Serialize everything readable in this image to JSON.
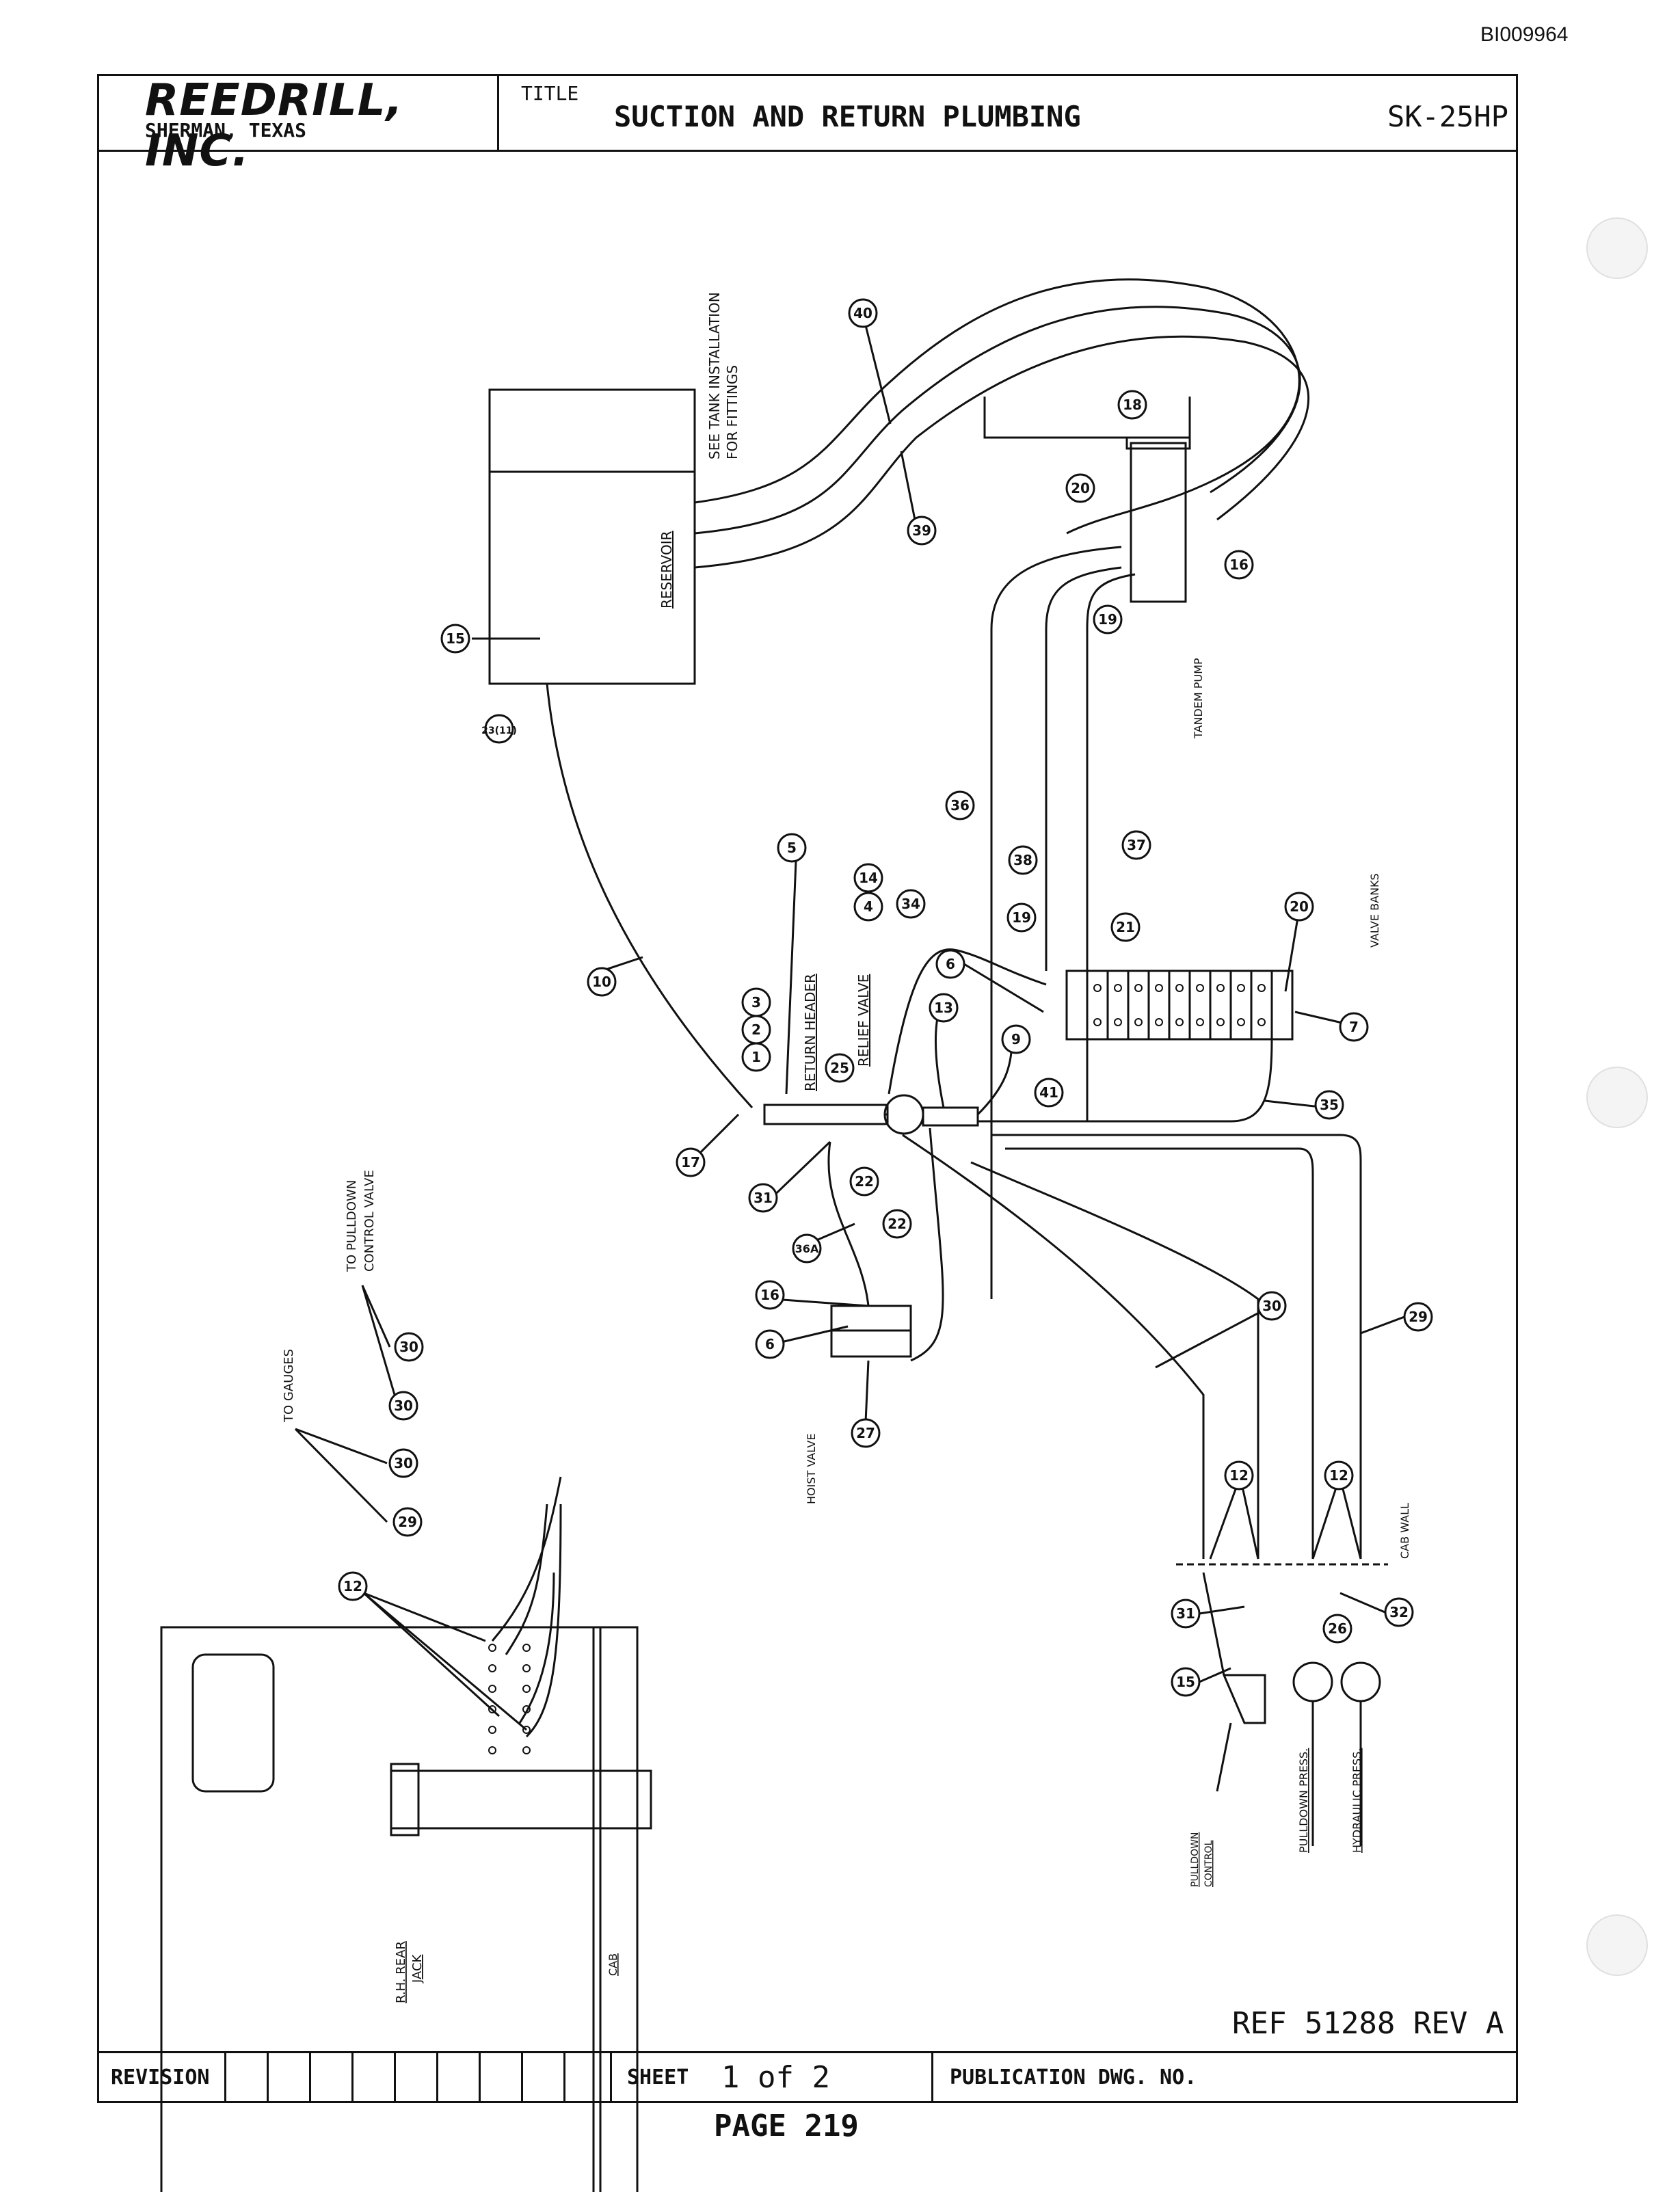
{
  "corner_id": "BI009964",
  "title_block": {
    "company": "REEDRILL, INC.",
    "city": "SHERMAN, TEXAS",
    "title_label": "TITLE",
    "title": "SUCTION AND RETURN PLUMBING",
    "drawing_no": "SK-25HP"
  },
  "labels": {
    "see_tank_line1": "SEE TANK INSTALLATION",
    "see_tank_line2": "FOR FITTINGS",
    "reservoir": "RESERVOIR",
    "tandem_pump": "TANDEM PUMP",
    "return_header": "RETURN HEADER",
    "relief_valve": "RELIEF VALVE",
    "valve_banks": "VALVE BANKS",
    "hoist_valve": "HOIST VALVE",
    "to_gauges": "TO GAUGES",
    "to_pulldown_line1": "TO PULLDOWN",
    "to_pulldown_line2": "CONTROL VALVE",
    "cab_wall": "CAB WALL",
    "pulldown_control_line1": "PULLDOWN",
    "pulldown_control_line2": "CONTROL",
    "pulldown_press": "PULLDOWN PRESS.",
    "hydraulic_press": "HYDRAULIC PRESS.",
    "rh_rear_jack_line1": "R.H. REAR",
    "rh_rear_jack_line2": "JACK",
    "cab": "CAB"
  },
  "callouts": {
    "c15_top": "15",
    "c23_11": "23(11)",
    "c40": "40",
    "c39": "39",
    "c18": "18",
    "c20": "20",
    "c16_top": "16",
    "c19_top": "19",
    "c36": "36",
    "c38": "38",
    "c37": "37",
    "c10": "10",
    "c5": "5",
    "c4": "4",
    "c14": "14",
    "c34": "34",
    "c19_mid": "19",
    "c21": "21",
    "c20_vb": "20",
    "c6_mid": "6",
    "c1": "1",
    "c2": "2",
    "c3": "3",
    "c25": "25",
    "c13": "13",
    "c9": "9",
    "c41": "41",
    "c7": "7",
    "c35": "35",
    "c17": "17",
    "c31_left": "31",
    "c22a": "22",
    "c22b": "22",
    "c36a": "36A",
    "c16_hv": "16",
    "c6_hv": "6",
    "c27": "27",
    "c30_main": "30",
    "c29_right": "29",
    "c12_l": "12",
    "c12_r": "12",
    "c31_cab": "31",
    "c15_cab": "15",
    "c26": "26",
    "c32": "32",
    "c30_a": "30",
    "c30_b": "30",
    "c30_c": "30",
    "c29_g": "29",
    "c12_g": "12"
  },
  "ref": "REF 51288  REV A",
  "bottom": {
    "revision_label": "REVISION",
    "sheet_label": "SHEET",
    "sheet_value": "1 of 2",
    "publication_label": "PUBLICATION DWG. NO.",
    "page": "PAGE 219"
  }
}
